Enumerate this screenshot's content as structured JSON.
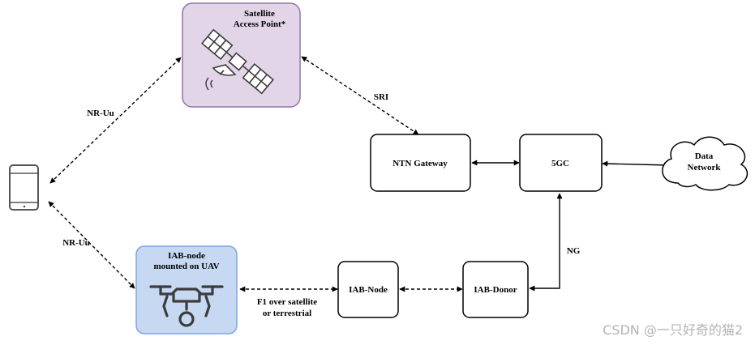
{
  "satellite": {
    "line1": "Satellite",
    "line2": "Access Point*"
  },
  "uav_node": {
    "line1": "IAB-node",
    "line2": "mounted on UAV"
  },
  "nodes": {
    "ntn_gateway": "NTN Gateway",
    "core": "5GC",
    "iab_node": "IAB-Node",
    "iab_donor": "IAB-Donor",
    "data_network_line1": "Data",
    "data_network_line2": "Network"
  },
  "links": {
    "nr_uu_top": "NR-Uu",
    "nr_uu_bottom": "NR-Uu",
    "sri": "SRI",
    "ng": "NG",
    "f1_line1": "F1 over satellite",
    "f1_line2": "or terrestrial"
  },
  "watermark": "CSDN @一只好奇的猫2",
  "icons": {
    "satellite": "satellite-icon",
    "drone": "drone-icon",
    "phone": "smartphone-icon",
    "cloud": "cloud-icon"
  },
  "colors": {
    "satellite_fill": "#e1d5e7",
    "satellite_stroke": "#9673a6",
    "uav_fill": "#c6d8f2",
    "uav_stroke": "#7ea6e0",
    "icon_dark": "#3c3c3c"
  }
}
